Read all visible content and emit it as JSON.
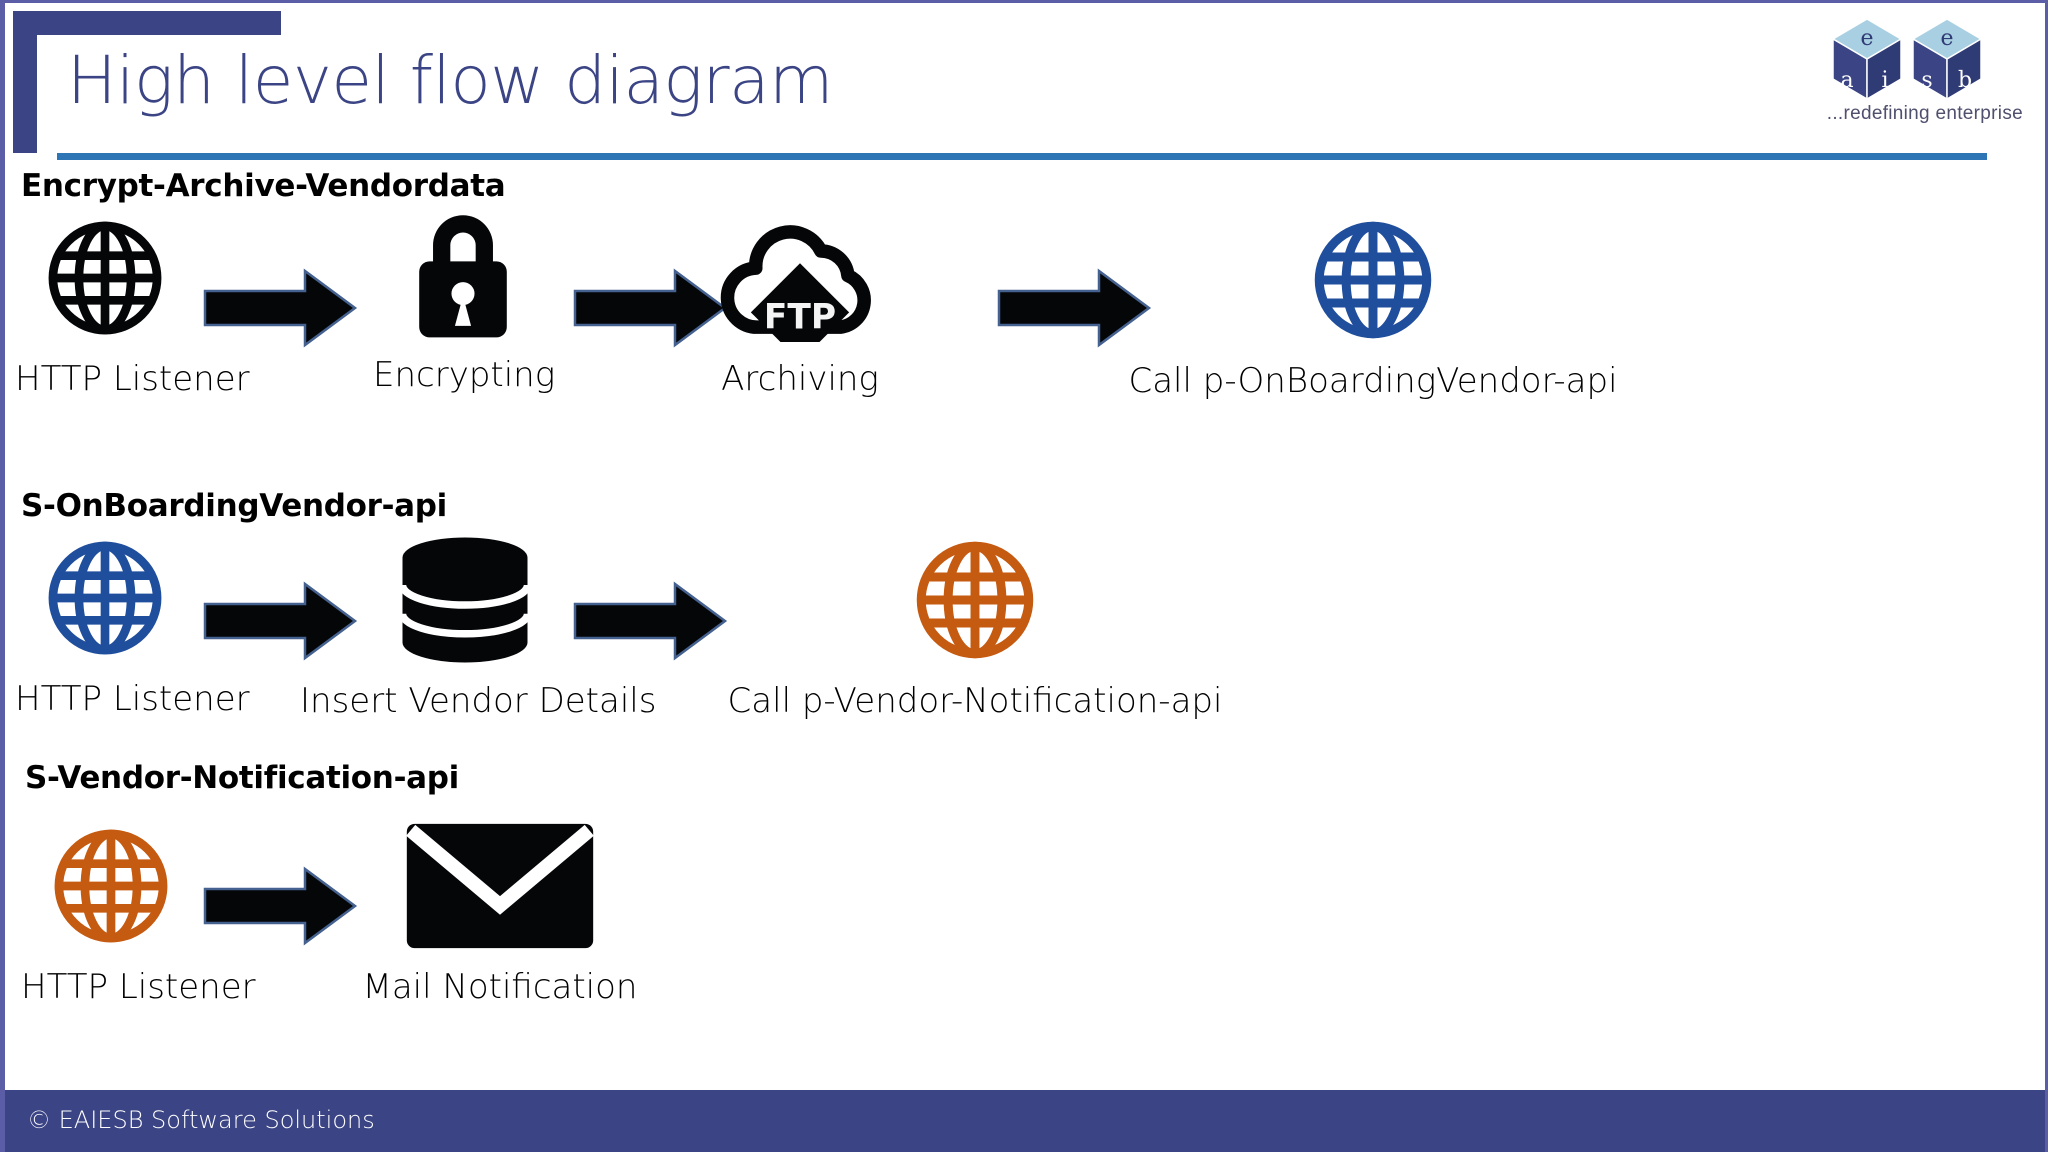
{
  "slide": {
    "title": "High level flow diagram",
    "accent_navy": "#3b4484",
    "accent_blue": "#2e75b6",
    "globe_blue": "#1f4e9c",
    "globe_orange": "#c55a11",
    "icon_black": "#050608"
  },
  "logo": {
    "cube_left_letters": [
      "e",
      "a",
      "i"
    ],
    "cube_right_letters": [
      "e",
      "s",
      "b"
    ],
    "tagline": "...redefining enterprise"
  },
  "sections": [
    {
      "heading": "Encrypt-Archive-Vendordata",
      "nodes": [
        {
          "label": "HTTP Listener",
          "icon": "globe-icon",
          "color": "black"
        },
        {
          "label": "Encrypting",
          "icon": "lock-icon",
          "color": "black"
        },
        {
          "label": "Archiving",
          "icon": "ftp-cloud-icon",
          "color": "black",
          "icon_text": "FTP"
        },
        {
          "label": "Call p-OnBoardingVendor-api",
          "icon": "globe-icon",
          "color": "blue"
        }
      ],
      "arrows": 3
    },
    {
      "heading": "S-OnBoardingVendor-api",
      "nodes": [
        {
          "label": "HTTP Listener",
          "icon": "globe-icon",
          "color": "blue"
        },
        {
          "label": "Insert Vendor Details",
          "icon": "database-icon",
          "color": "black"
        },
        {
          "label": "Call p-Vendor-Notification-api",
          "icon": "globe-icon",
          "color": "orange"
        }
      ],
      "arrows": 2
    },
    {
      "heading": "S-Vendor-Notification-api",
      "nodes": [
        {
          "label": "HTTP Listener",
          "icon": "globe-icon",
          "color": "orange"
        },
        {
          "label": "Mail Notification",
          "icon": "mail-icon",
          "color": "black"
        }
      ],
      "arrows": 1
    }
  ],
  "footer": {
    "copyright": "© EAIESB Software Solutions"
  }
}
